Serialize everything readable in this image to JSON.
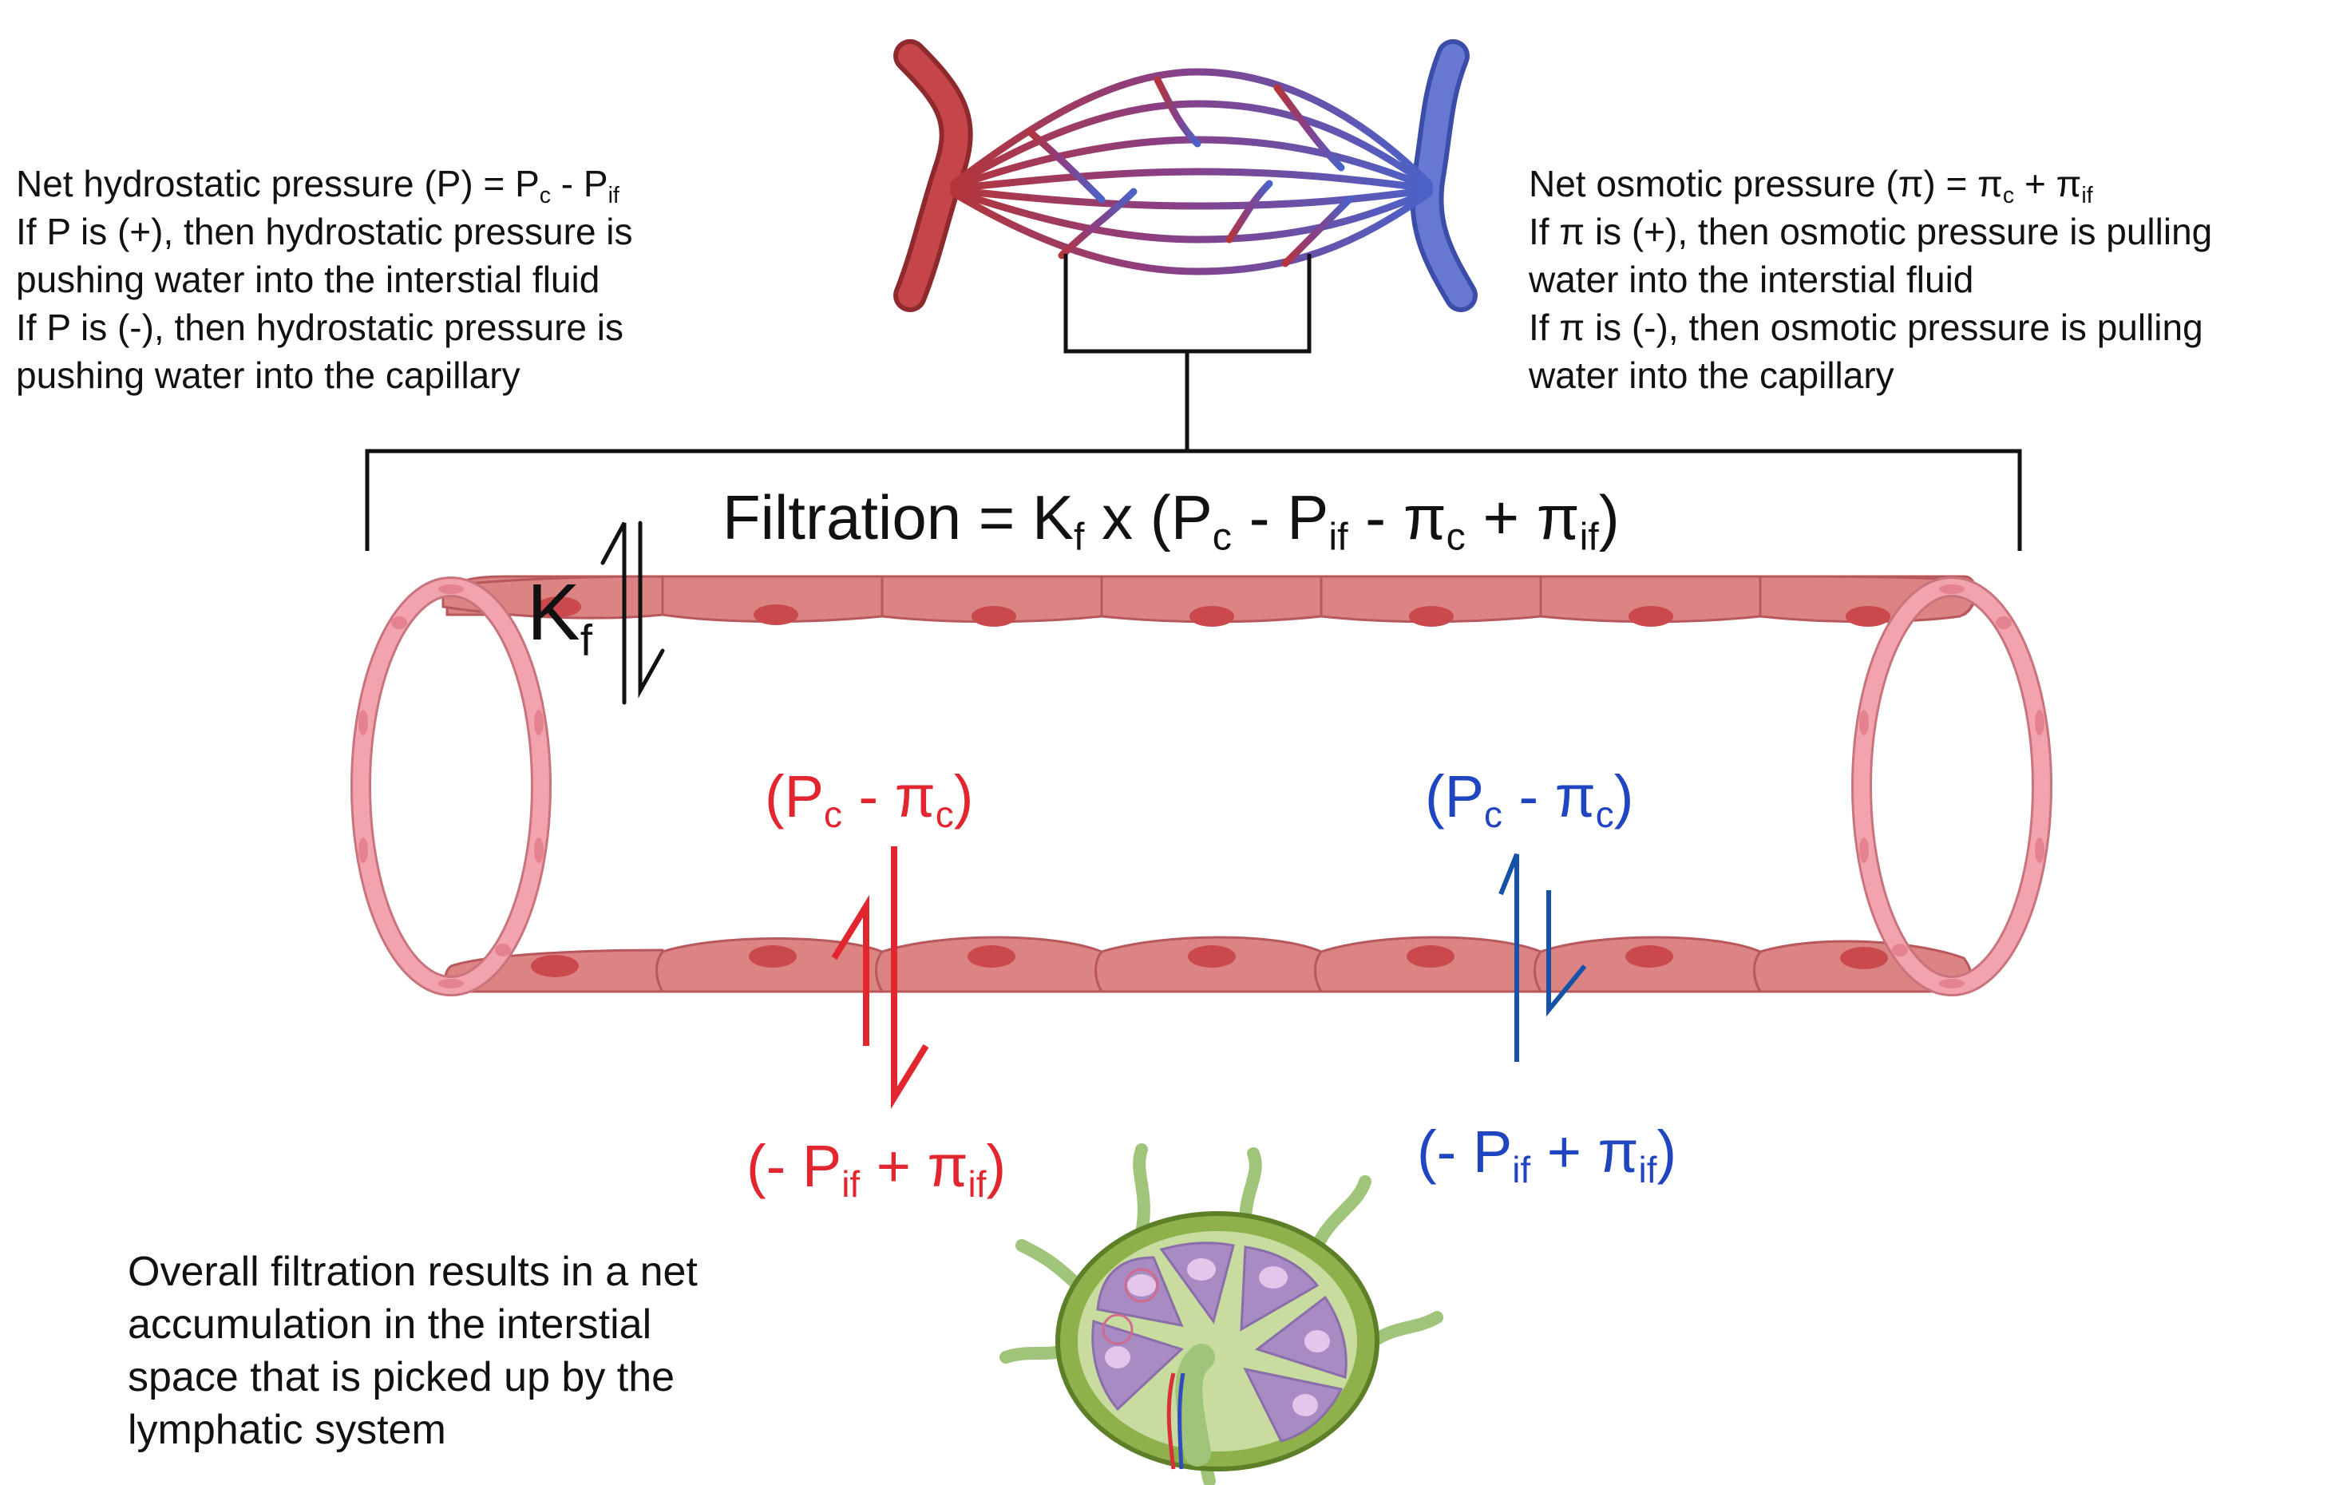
{
  "top_left": {
    "line1_prefix": "Net hydrostatic pressure (P) = P",
    "line1_sub1": "c",
    "line1_mid": " - P",
    "line1_sub2": "if",
    "line2": "If P is (+), then hydrostatic pressure is",
    "line3": "pushing water into the interstial fluid",
    "line4": "If P is (-), then hydrostatic pressure is",
    "line5": "pushing water into the capillary"
  },
  "top_right": {
    "line1_prefix": "Net osmotic pressure (π) = π",
    "line1_sub1": "c",
    "line1_mid": " + π",
    "line1_sub2": "if",
    "line2": "If π is (+), then osmotic pressure is pulling",
    "line3": "water into the interstial fluid",
    "line4": "If π is (-), then osmotic pressure is pulling",
    "line5": "water into the capillary"
  },
  "formula": {
    "prefix": "Filtration = K",
    "sub_f": "f",
    "part2": " x (P",
    "sub_c1": "c",
    "part3": " - P",
    "sub_if1": "if",
    "part4": " - π",
    "sub_c2": "c",
    "part5": " + π",
    "sub_if2": "if",
    "suffix": ")"
  },
  "kf_label": {
    "main": "K",
    "sub": "f"
  },
  "arterial": {
    "top_open": "(P",
    "top_sub": "c",
    "top_mid": " - π",
    "top_sub2": "c",
    "top_close": ")",
    "bottom_open": "(- P",
    "bottom_sub": "if",
    "bottom_mid": " + π",
    "bottom_sub2": "if",
    "bottom_close": ")"
  },
  "venous": {
    "top_open": "(P",
    "top_sub": "c",
    "top_mid": " - π",
    "top_sub2": "c",
    "top_close": ")",
    "bottom_open": "(- P",
    "bottom_sub": "if",
    "bottom_mid": " + π",
    "bottom_sub2": "if",
    "bottom_close": ")"
  },
  "bottom_text": {
    "line1": "Overall filtration results in a net",
    "line2": "accumulation in the interstial",
    "line3": "space that is picked up by the",
    "line4": "lymphatic system"
  },
  "colors": {
    "arterial": "#e2262f",
    "venous": "#1f45c0",
    "endothelium": "#dc8384",
    "nucleus": "#c9494c",
    "ring": "#f2a3ad",
    "artery_vessel": "#b83a3e",
    "vein_vessel": "#5a6cc4",
    "lymph_outer": "#7ea83e",
    "lymph_inner": "#a98bc3"
  }
}
